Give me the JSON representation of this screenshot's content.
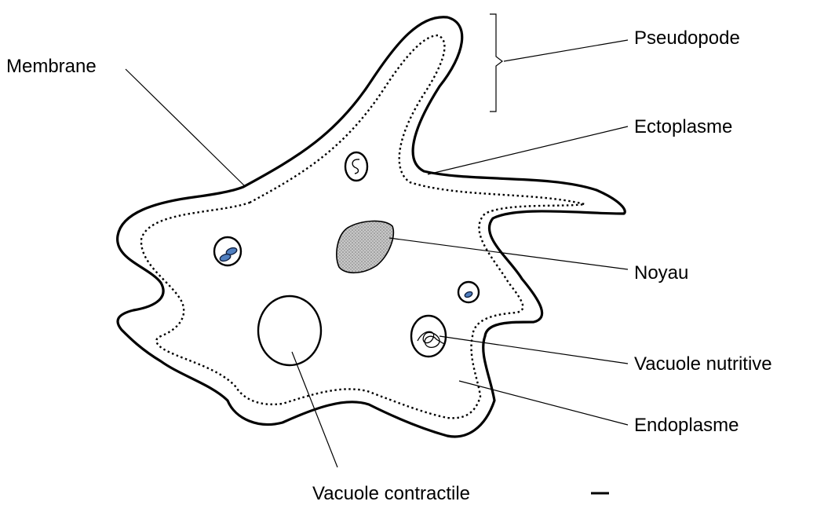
{
  "labels": {
    "membrane": "Membrane",
    "pseudopode": "Pseudopode",
    "ectoplasme": "Ectoplasme",
    "noyau": "Noyau",
    "vacuole_nutritive": "Vacuole nutritive",
    "endoplasme": "Endoplasme",
    "vacuole_contractile": "Vacuole contractile"
  },
  "colors": {
    "outline": "#000000",
    "nucleus_fill": "#b0b0b0",
    "food_particle": "#4f7fc0",
    "background": "#ffffff"
  }
}
